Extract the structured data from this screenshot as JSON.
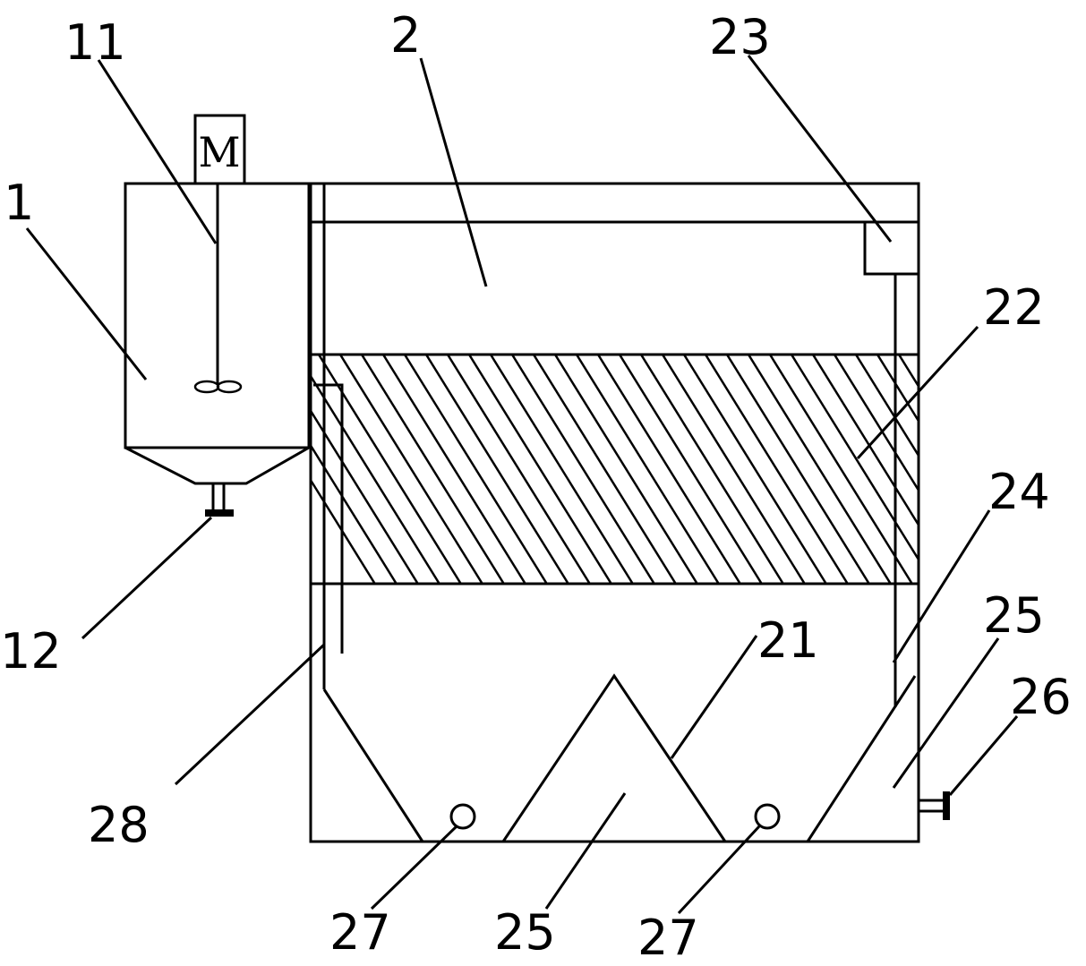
{
  "motor": {
    "label": "M"
  },
  "callouts": {
    "c1": "1",
    "c11": "11",
    "c2": "2",
    "c23": "23",
    "c22": "22",
    "c24": "24",
    "c25a": "25",
    "c26": "26",
    "c21": "21",
    "c12": "12",
    "c28": "28",
    "c27a": "27",
    "c25b": "25",
    "c27b": "27"
  }
}
